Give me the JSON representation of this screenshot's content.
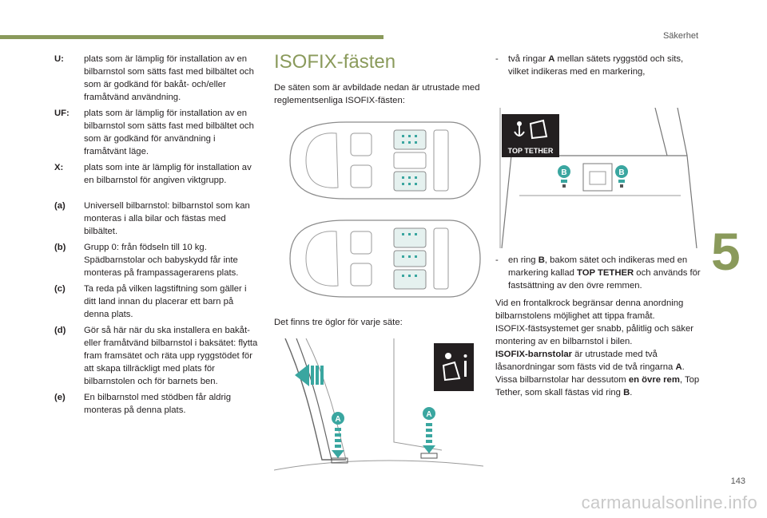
{
  "header": {
    "section": "Säkerhet"
  },
  "chapter": {
    "number": "5"
  },
  "footer": {
    "page_number": "143",
    "watermark": "carmanualsonline.info"
  },
  "left": {
    "definitions": [
      {
        "key": "U:",
        "text": "plats som är lämplig för installation av en bilbarnstol som sätts fast med bilbältet och som är godkänd för bakåt- och/eller framåtvänd användning."
      },
      {
        "key": "UF:",
        "text": "plats som är lämplig för installation av en bilbarnstol som sätts fast med bilbältet och som är godkänd för användning i framåtvänt läge."
      },
      {
        "key": "X:",
        "text": "plats som inte är lämplig för installation av en bilbarnstol för angiven viktgrupp."
      }
    ],
    "notes": [
      {
        "key": "(a)",
        "text": "Universell bilbarnstol: bilbarnstol som kan monteras i alla bilar och fästas med bilbältet."
      },
      {
        "key": "(b)",
        "text": "Grupp 0: från födseln till 10 kg. Spädbarnstolar och babyskydd får inte monteras på frampassagerarens plats."
      },
      {
        "key": "(c)",
        "text": "Ta reda på vilken lagstiftning som gäller i ditt land innan du placerar ett barn på denna plats."
      },
      {
        "key": "(d)",
        "text": "Gör så här när du ska installera en bakåt- eller framåtvänd bilbarnstol i baksätet: flytta fram framsätet och räta upp ryggstödet för att skapa tillräckligt med plats för bilbarnstolen och för barnets ben."
      },
      {
        "key": "(e)",
        "text": "En bilbarnstol med stödben får aldrig monteras på denna plats."
      }
    ]
  },
  "middle": {
    "title": "ISOFIX-fästen",
    "intro": "De säten som är avbildade nedan är utrustade med reglementsenliga ISOFIX-fästen:",
    "caption": "Det finns tre öglor för varje säte:",
    "ring_label_a": "A"
  },
  "right": {
    "bullet1_pre": "två ringar ",
    "bullet1_bold": "A",
    "bullet1_post": " mellan sätets ryggstöd och sits, vilket indikeras med en markering,",
    "top_tether_label": "TOP TETHER",
    "ring_label_b": "B",
    "bullet2_pre": "en ring ",
    "bullet2_bold": "B",
    "bullet2_mid": ", bakom sätet och indikeras med en markering kallad ",
    "bullet2_bold2": "TOP TETHER",
    "bullet2_post": " och används för fastsättning av den övre remmen.",
    "para1": "Vid en frontalkrock begränsar denna anordning bilbarnstolens möjlighet att tippa framåt.",
    "para2": "ISOFIX-fästsystemet ger snabb, pålitlig och säker montering av en bilbarnstol i bilen.",
    "para3_bold": "ISOFIX-barnstolar",
    "para3_mid": " är utrustade med två låsanordningar som fästs vid de två ringarna ",
    "para3_bold2": "A",
    "para3_mid2": ". Vissa bilbarnstolar har dessutom ",
    "para3_bold3": "en övre rem",
    "para3_mid3": ", Top Tether, som skall fästas vid ring ",
    "para3_bold4": "B",
    "para3_end": "."
  },
  "colors": {
    "accent": "#8a9a5b",
    "teal": "#3aa6a0",
    "dark": "#231f20"
  }
}
